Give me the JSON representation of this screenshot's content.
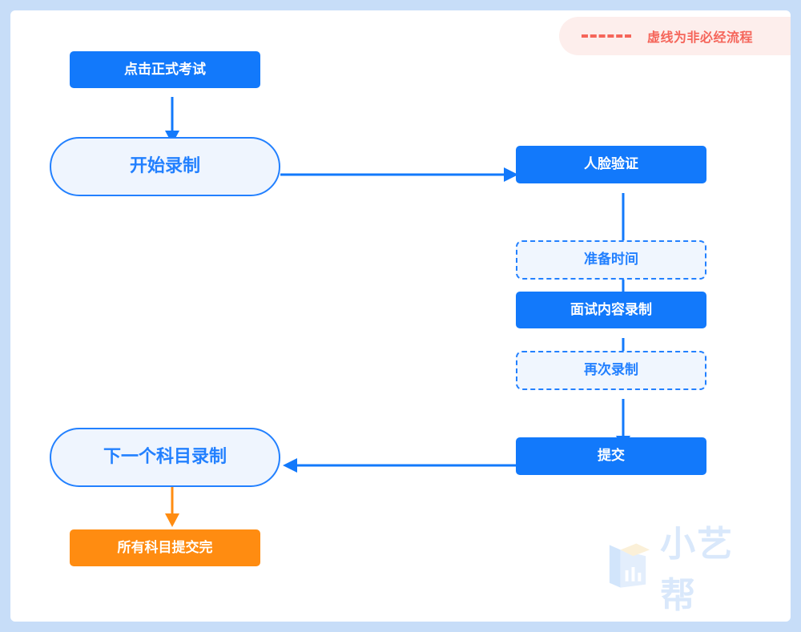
{
  "legend": {
    "dash_label": "dashed-line-sample",
    "text": "虚线为非必经流程",
    "dash_color": "#f5655a",
    "band_color": "#fdeeec"
  },
  "colors": {
    "primary_blue": "#1279fb",
    "pill_border": "#2280ff",
    "pill_fill": "#eff5fe",
    "dashed_fill": "#f0f6fe",
    "orange": "#ff8c11",
    "page_border": "#c7ddf8",
    "canvas": "#ffffff",
    "watermark": "#d9e8fb"
  },
  "flow": {
    "nodes": [
      {
        "id": "start-exam",
        "label": "点击正式考试",
        "style": "solid-blue"
      },
      {
        "id": "start-recording",
        "label": "开始录制",
        "style": "pill-outline"
      },
      {
        "id": "face-verification",
        "label": "人脸验证",
        "style": "solid-blue"
      },
      {
        "id": "prep-time",
        "label": "准备时间",
        "style": "dashed-optional"
      },
      {
        "id": "interview-record",
        "label": "面试内容录制",
        "style": "solid-blue"
      },
      {
        "id": "record-again",
        "label": "再次录制",
        "style": "dashed-optional"
      },
      {
        "id": "submit",
        "label": "提交",
        "style": "solid-blue"
      },
      {
        "id": "next-subject",
        "label": "下一个科目录制",
        "style": "pill-outline"
      },
      {
        "id": "all-submitted",
        "label": "所有科目提交完",
        "style": "solid-orange"
      }
    ],
    "edges": [
      {
        "from": "start-exam",
        "to": "start-recording",
        "dir": "down",
        "color": "#1279fb",
        "arrow": true
      },
      {
        "from": "start-recording",
        "to": "face-verification",
        "dir": "right",
        "color": "#1279fb",
        "arrow": true
      },
      {
        "from": "face-verification",
        "to": "prep-time",
        "dir": "down",
        "color": "#1279fb",
        "arrow": false
      },
      {
        "from": "prep-time",
        "to": "interview-record",
        "dir": "down",
        "color": "#1279fb",
        "arrow": false
      },
      {
        "from": "interview-record",
        "to": "record-again",
        "dir": "down",
        "color": "#1279fb",
        "arrow": false
      },
      {
        "from": "record-again",
        "to": "submit",
        "dir": "down",
        "color": "#1279fb",
        "arrow": true
      },
      {
        "from": "submit",
        "to": "next-subject",
        "dir": "left",
        "color": "#1279fb",
        "arrow": true
      },
      {
        "from": "next-subject",
        "to": "all-submitted",
        "dir": "down",
        "color": "#ff8c11",
        "arrow": true
      }
    ]
  },
  "watermark": {
    "text": "小艺帮",
    "logo": "xiaoyibang-logo"
  }
}
